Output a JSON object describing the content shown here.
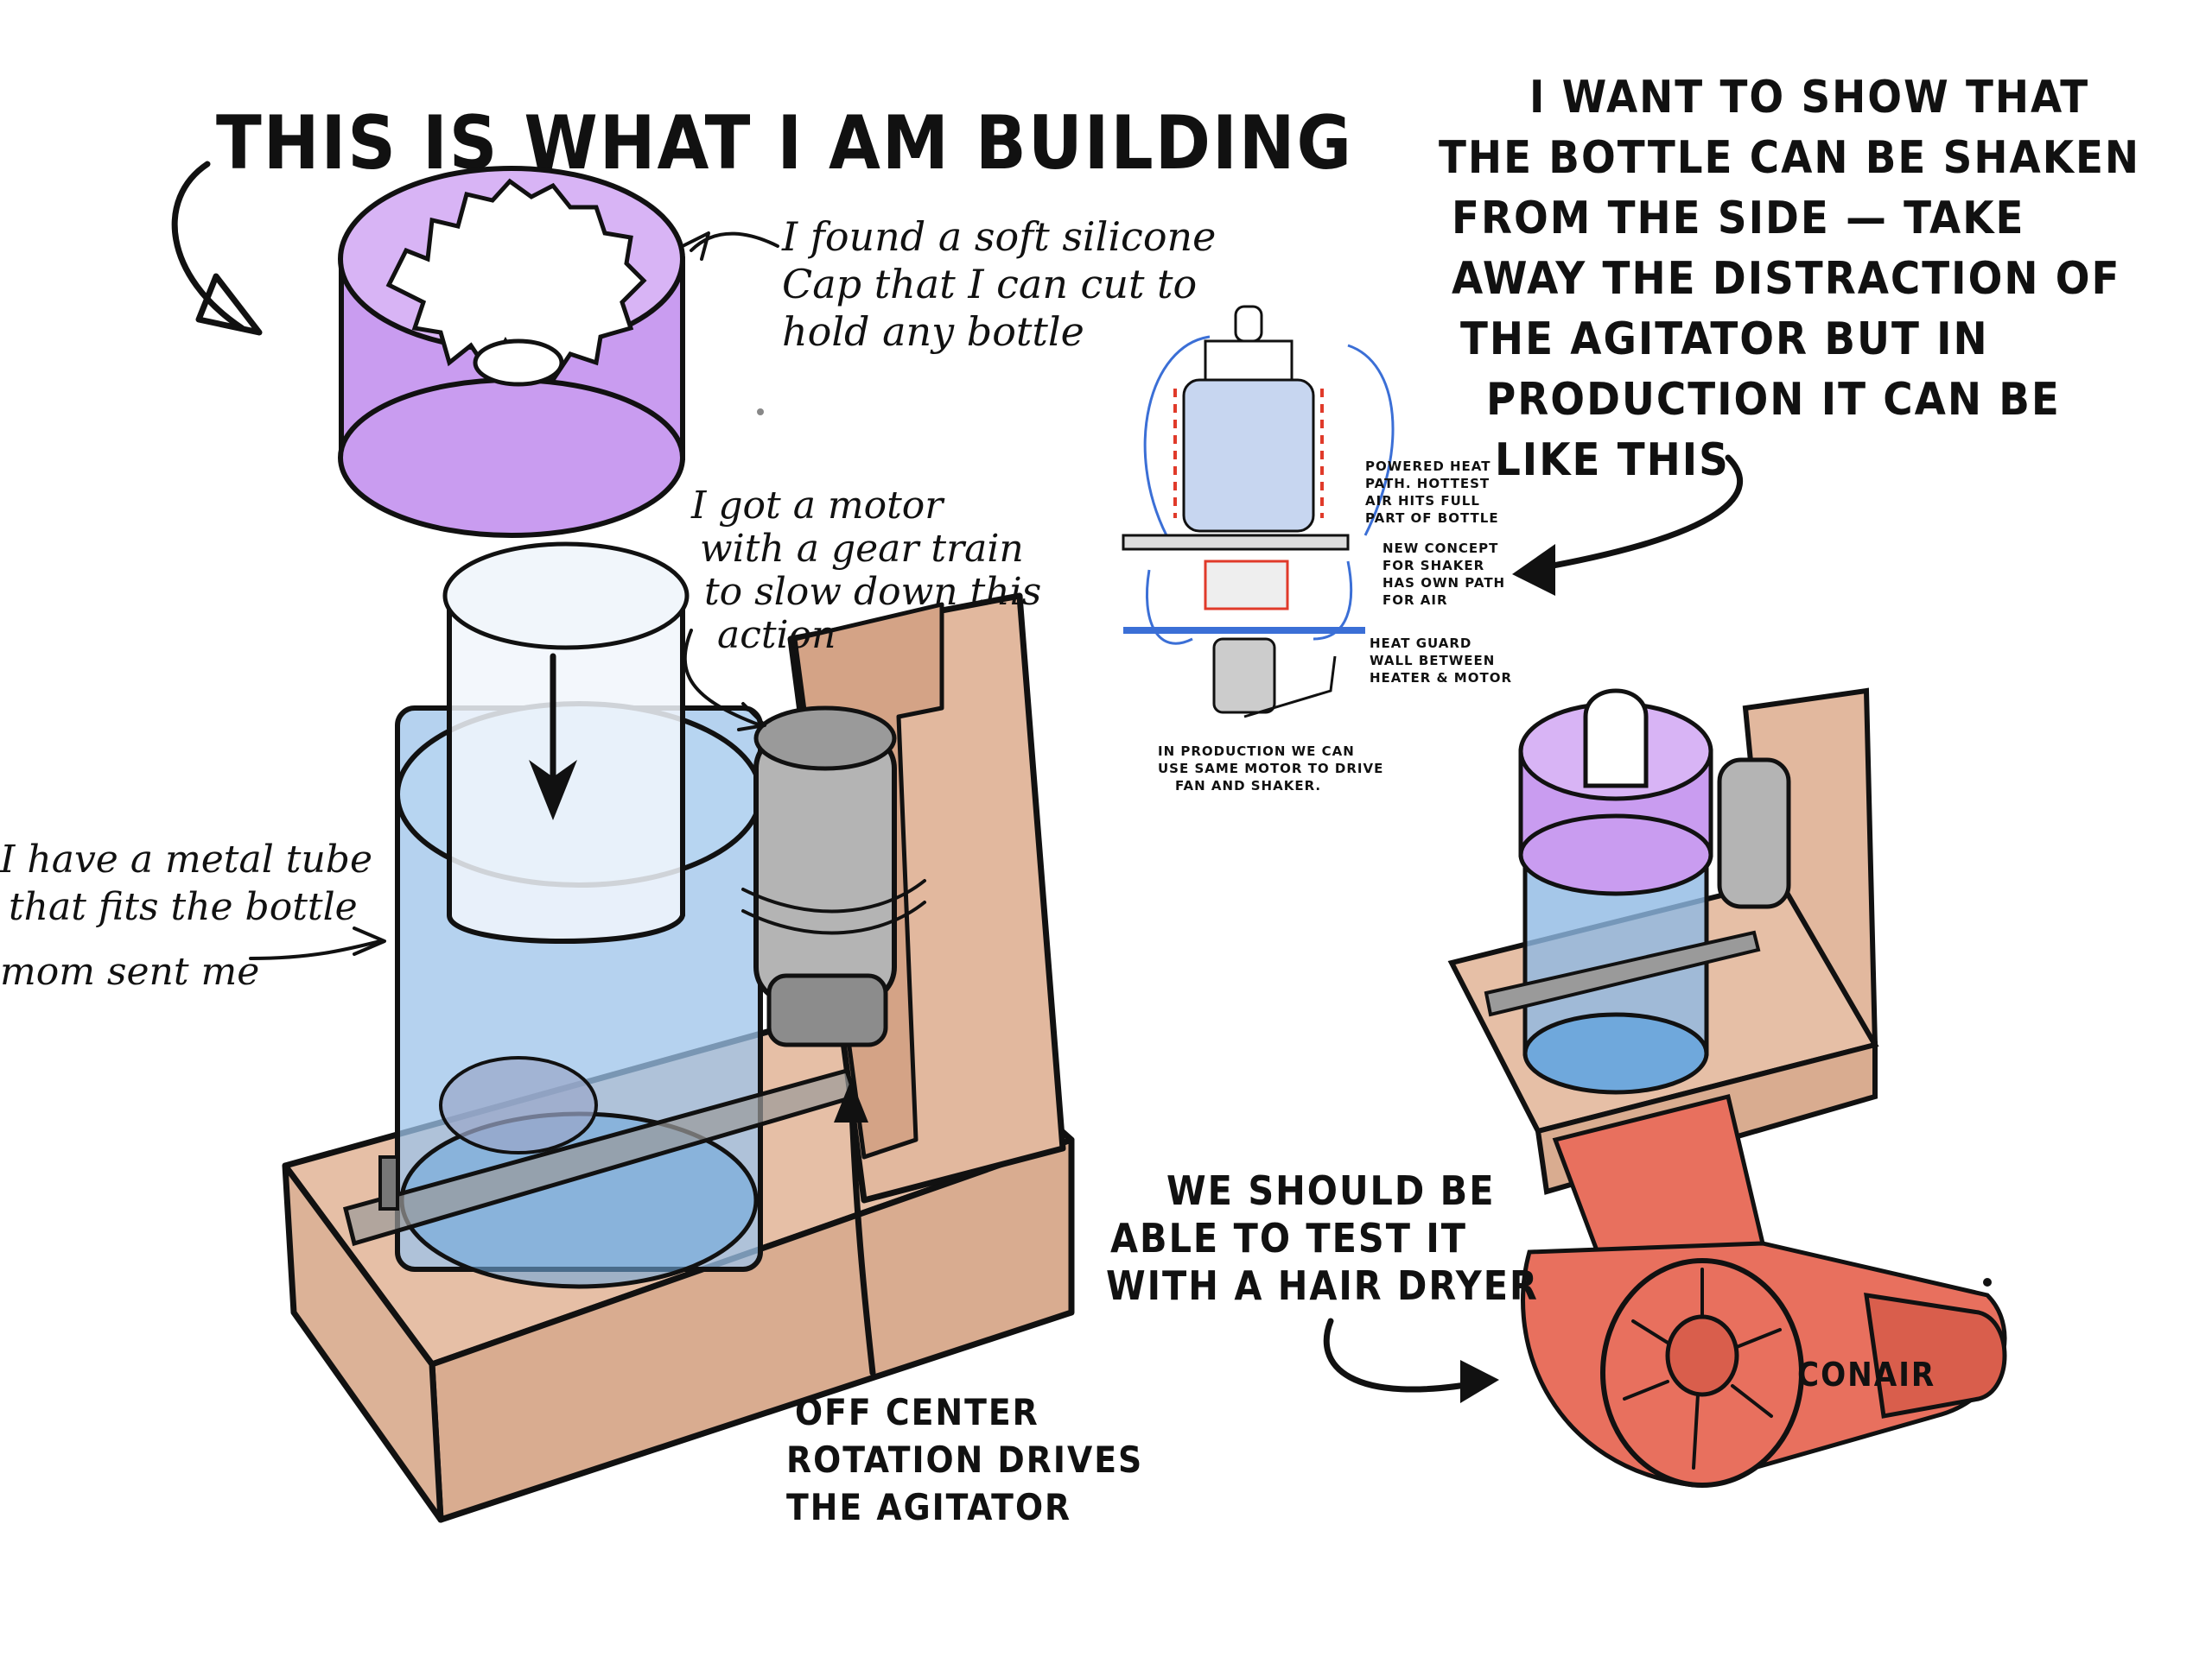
{
  "headline": "THIS IS WHAT I AM BUILDING",
  "annotations": {
    "cap_note": [
      "I found a soft silicone",
      "Cap that I can cut to",
      "hold any bottle"
    ],
    "motor_note": [
      "I got a motor",
      "with a gear train",
      "to slow down this",
      "action"
    ],
    "tube_note": [
      "I have a metal tube",
      "that fits the bottle",
      "mom sent me"
    ],
    "rotation_note": [
      "OFF CENTER",
      "ROTATION DRIVES",
      "THE AGITATOR"
    ],
    "side_note": [
      "I WANT TO SHOW THAT",
      "THE BOTTLE CAN BE SHAKEN",
      "FROM THE SIDE — TAKE",
      "AWAY THE DISTRACTION OF",
      "THE AGITATOR BUT IN",
      "PRODUCTION IT CAN BE",
      "LIKE THIS"
    ],
    "dryer_note": [
      "WE SHOULD BE",
      "ABLE TO TEST IT",
      "WITH A HAIR DRYER"
    ]
  },
  "concept_sketch": {
    "notes": {
      "heat_path": [
        "POWERED HEAT",
        "PATH. HOTTEST",
        "AIR HITS FULL",
        "PART OF BOTTLE"
      ],
      "shaker": [
        "NEW CONCEPT",
        "FOR SHAKER",
        "HAS OWN PATH",
        "FOR AIR"
      ],
      "heat_guard": [
        "HEAT GUARD",
        "WALL BETWEEN",
        "HEATER & MOTOR"
      ],
      "production": [
        "IN PRODUCTION WE CAN",
        "USE SAME MOTOR TO DRIVE",
        "FAN AND SHAKER."
      ]
    }
  },
  "dryer_brand": "CONAIR",
  "colors": {
    "cap_purple": "#c99cf0",
    "tube_blue": "#6fa8dc",
    "base_tan": "#e2b89e",
    "motor_gray": "#9a9a9a",
    "dryer_red": "#e8705e",
    "airflow_blue": "#3b6fd6",
    "heat_red": "#e03a2a"
  }
}
